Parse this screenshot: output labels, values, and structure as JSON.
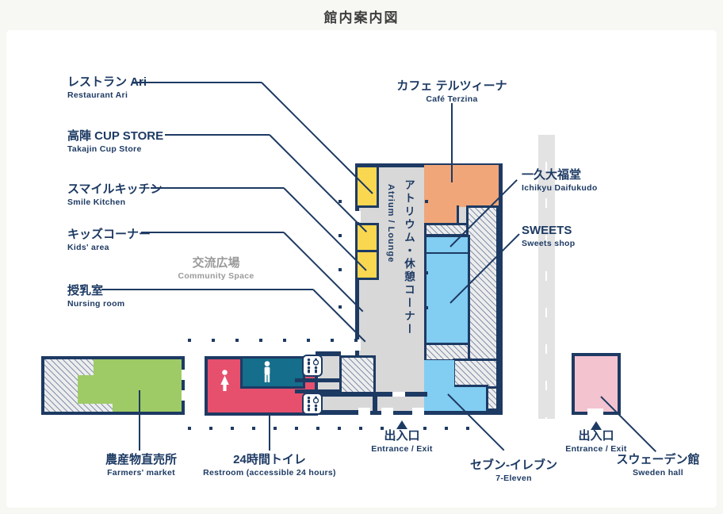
{
  "title": "館内案内図",
  "labels": {
    "restaurant": {
      "jp": "レストラン Ari",
      "en": "Restaurant Ari"
    },
    "cupstore": {
      "jp": "高陣 CUP STORE",
      "en": "Takajin Cup Store"
    },
    "smile": {
      "jp": "スマイルキッチン",
      "en": "Smile Kitchen"
    },
    "kids": {
      "jp": "キッズコーナー",
      "en": "Kids' area"
    },
    "nursing": {
      "jp": "授乳室",
      "en": "Nursing room"
    },
    "community": {
      "jp": "交流広場",
      "en": "Community Space"
    },
    "cafe": {
      "jp": "カフェ テルツィーナ",
      "en": "Café Terzina"
    },
    "ichikyu": {
      "jp": "一久大福堂",
      "en": "Ichikyu Daifukudo"
    },
    "sweets": {
      "jp": "SWEETS",
      "en": "Sweets shop"
    },
    "atrium": {
      "jp": "アトリウム・休憩コーナー",
      "en": "Atrium / Lounge"
    },
    "farmers": {
      "jp": "農産物直売所",
      "en": "Farmers' market"
    },
    "restroom": {
      "jp": "24時間トイレ",
      "en": "Restroom (accessible 24 hours)"
    },
    "seven": {
      "jp": "セブン-イレブン",
      "en": "7-Eleven"
    },
    "sweden": {
      "jp": "スウェーデン館",
      "en": "Sweden hall"
    },
    "entrance_main": {
      "jp": "出入口",
      "en": "Entrance / Exit"
    },
    "entrance_sweden": {
      "jp": "出入口",
      "en": "Entrance / Exit"
    }
  },
  "colors": {
    "navy": "#1d3a63",
    "yellow": "#f9d750",
    "orange": "#f0a678",
    "blue": "#82cdf2",
    "teal": "#146e8c",
    "red": "#e6506d",
    "green": "#9ecb65",
    "pink": "#f4c3d0",
    "zone": "#d8d8d8",
    "road": "#e3e3e3",
    "graytext": "#9a9a9a"
  }
}
